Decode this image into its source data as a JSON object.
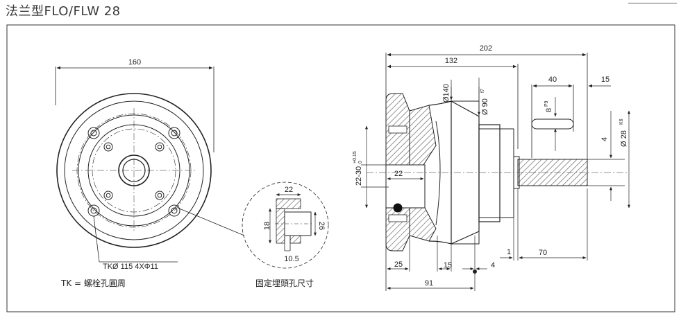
{
  "page": {
    "title": "法兰型FLO/FLW 28",
    "line_color": "#222222",
    "hatch_color": "#6a6a6a"
  },
  "front_view": {
    "width_dim": "160",
    "tk_note": "TKØ 115 4XΦ11",
    "tk_legend": "TK = 螺栓孔圓周"
  },
  "detail_view": {
    "top_dim": "22",
    "left_dim": "18",
    "right_dim": "26",
    "bottom_dim": "10.5",
    "caption": "固定埋頭孔尺寸"
  },
  "side_view": {
    "dims": {
      "overall": "202",
      "flange_to_body": "132",
      "shaft_step": "40",
      "shaft_end": "15",
      "dia_140": "Ø140",
      "dia_90": "Ø 90",
      "dia_90_tol": "f7",
      "key_8": "8",
      "key_8_tol": "P9",
      "key_4": "4",
      "dia_28": "Ø 28",
      "dia_28_tol": "K6",
      "fit_range": "22-30",
      "fit_tol_upper": "+0.15",
      "fit_tol_lower": "0",
      "bore_22": "22",
      "d25": "25",
      "d15": "15",
      "d4": "4",
      "d1": "1",
      "d70": "70",
      "d91": "91"
    }
  }
}
